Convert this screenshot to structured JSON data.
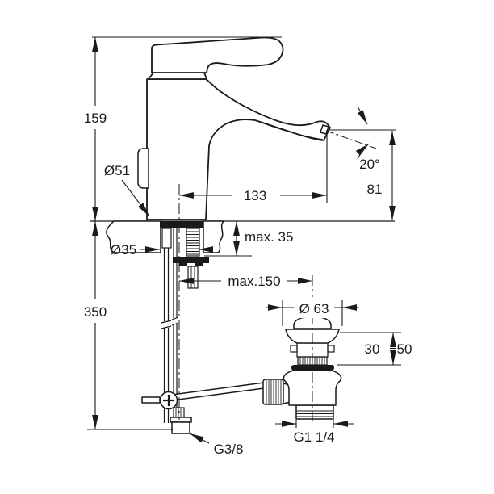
{
  "drawing": {
    "type": "technical-dimension-drawing",
    "subject": "single-lever basin mixer tap with pop-up waste",
    "background": "#ffffff",
    "line_color": "#1a1a1a"
  },
  "labels": {
    "total_height": "159",
    "body_diameter": "Ø51",
    "hole_diameter": "Ø35",
    "below_deck_height": "350",
    "max_deck_thickness": "max. 35",
    "max_waste_distance": "max.150",
    "spout_reach": "133",
    "spout_height": "81",
    "spout_angle": "20°",
    "waste_cap_diameter": "Ø 63",
    "waste_clamp_min": "30",
    "waste_clamp_max": "50",
    "waste_outlet_thread": "G1 1/4",
    "supply_connection_thread": "G3/8"
  }
}
